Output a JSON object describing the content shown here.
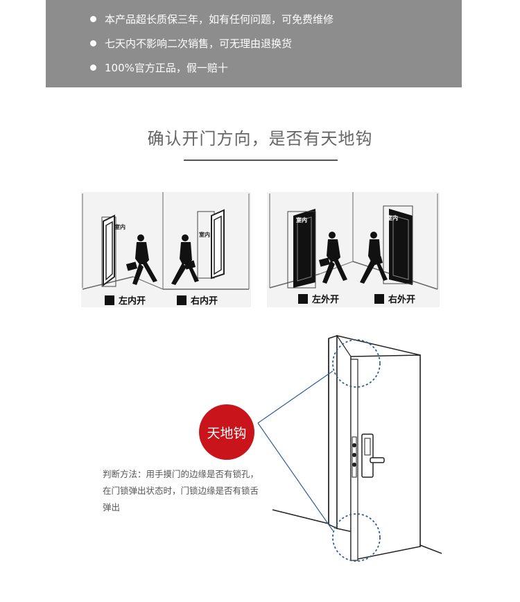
{
  "bullets": [
    "本产品超长质保三年，如有任何问题，可免费维修",
    "七天内不影响二次销售，可无理由退换货",
    "100%官方正品，假一赔十"
  ],
  "section_title": "确认开门方向，是否有天地钩",
  "panel_left": {
    "room_label_1": "室内",
    "room_label_2": "室内",
    "option_1": "左内开",
    "option_2": "右内开"
  },
  "panel_right": {
    "room_label_1": "室内",
    "room_label_2": "室内",
    "option_1": "左外开",
    "option_2": "右外开"
  },
  "badge_label": "天地钩",
  "method_text": "判断方法：用手摸门的边缘是否有锁孔，在门锁弹出状态时，门锁边缘是否有锁舌弹出",
  "colors": {
    "panel_gray": "#8d8d8d",
    "badge_red": "#c9141b",
    "callout_blue": "#2b5d9a"
  }
}
